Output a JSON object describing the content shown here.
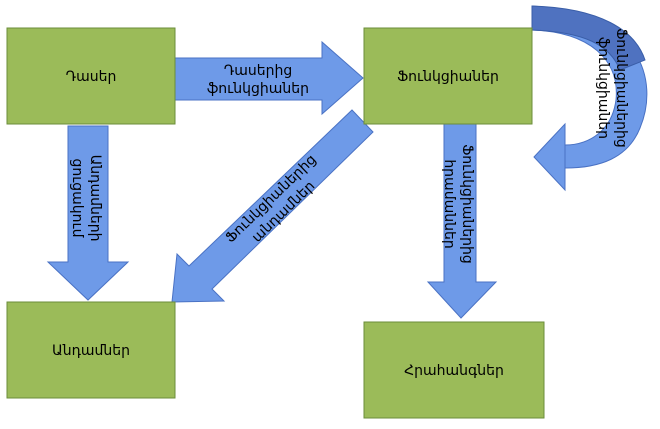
{
  "colors": {
    "box_fill": "#9bbb59",
    "box_stroke": "#6b8e3a",
    "arrow_fill": "#6e9ae8",
    "arrow_stroke": "#4a72c4",
    "loop_fill": "#5577c4",
    "loop_dark": "#2f4f9a"
  },
  "boxes": {
    "classes": "Դասեր",
    "functions": "Ֆունկցիաներ",
    "objects": "Անդամներ",
    "commands": "Հրաhանգներ"
  },
  "arrows": {
    "classes_to_functions": {
      "line1": "Դասերից",
      "line2": "ֆունկցիաներ"
    },
    "classes_to_objects": {
      "line1": "Անդամների",
      "line2": "ցուցակում"
    },
    "functions_to_objects": {
      "line1": "Ֆունկցիաներից",
      "line2": "անդամներ"
    },
    "functions_to_commands": {
      "line1": "Ֆունկցիաներից",
      "line2": "հրամաններ"
    },
    "functions_self_loop": {
      "line1": "Ֆունկցիաներից",
      "line2": "ֆունկցիաներ"
    }
  }
}
